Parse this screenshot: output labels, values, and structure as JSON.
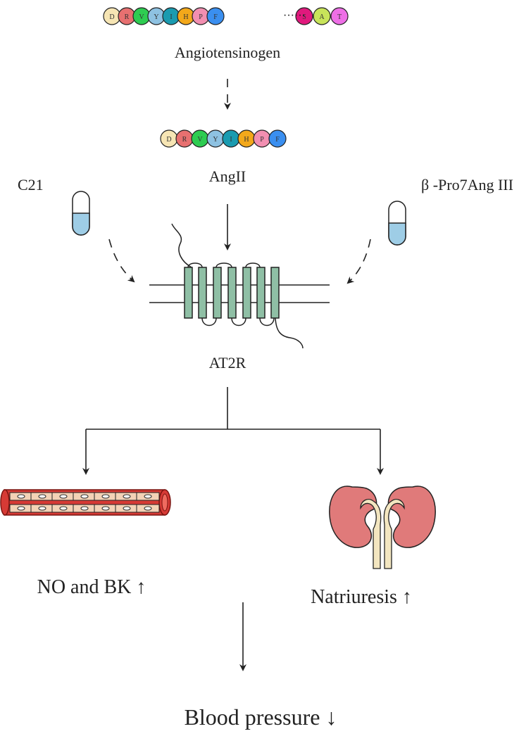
{
  "labels": {
    "precursor": "Angiotensinogen",
    "ligand": "AngII",
    "agonist_left": "C21",
    "agonist_right": "β -Pro7Ang III",
    "receptor": "AT2R",
    "effect_left": "NO and BK ↑",
    "effect_right": "Natriuresis ↑",
    "outcome": "Blood pressure ↓",
    "ellipsis": "······"
  },
  "angiotensinogen_chain": {
    "start": [
      {
        "letter": "D",
        "color": "#f6e5b4"
      },
      {
        "letter": "R",
        "color": "#e77070"
      },
      {
        "letter": "V",
        "color": "#2ecc51"
      },
      {
        "letter": "Y",
        "color": "#8ec2e2"
      },
      {
        "letter": "I",
        "color": "#1a9bb0"
      },
      {
        "letter": "H",
        "color": "#f3a81a"
      },
      {
        "letter": "P",
        "color": "#f28fb1"
      },
      {
        "letter": "F",
        "color": "#3a8ff0"
      }
    ],
    "end": [
      {
        "letter": "S",
        "color": "#e0197d"
      },
      {
        "letter": "A",
        "color": "#c8e45a"
      },
      {
        "letter": "T",
        "color": "#ee6fe6"
      }
    ]
  },
  "angII_chain": [
    {
      "letter": "D",
      "color": "#f6e5b4"
    },
    {
      "letter": "R",
      "color": "#e77070"
    },
    {
      "letter": "V",
      "color": "#2ecc51"
    },
    {
      "letter": "Y",
      "color": "#8ec2e2"
    },
    {
      "letter": "I",
      "color": "#1a9bb0"
    },
    {
      "letter": "H",
      "color": "#f3a81a"
    },
    {
      "letter": "P",
      "color": "#f28fb1"
    },
    {
      "letter": "F",
      "color": "#3a8ff0"
    }
  ],
  "colors": {
    "receptor_helix": "#8fbfa5",
    "capsule_fill": "#9ecde6",
    "vessel_red": "#d63a35",
    "vessel_cell": "#f3d2b6",
    "kidney": "#e07a7a",
    "ureter": "#f3e6c0"
  }
}
